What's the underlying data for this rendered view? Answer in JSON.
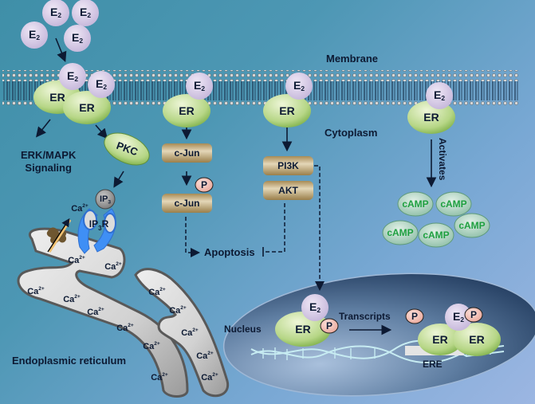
{
  "labels": {
    "membrane": "Membrane",
    "cytoplasm": "Cytoplasm",
    "erk_line1": "ERK/MAPK",
    "erk_line2": "Signaling",
    "endoplasmic_reticulum": "Endoplasmic reticulum",
    "nucleus": "Nucleus",
    "apoptosis": "Apoptosis",
    "activates": "Activates",
    "transcripts": "Transcripts",
    "ere": "ERE"
  },
  "molecules": {
    "e2": "E",
    "e2_sub": "2",
    "er": "ER",
    "pkc": "PKC",
    "ip3": "IP",
    "ip3_sub": "3",
    "ip3r_a": "IP",
    "ip3r_sub": "3",
    "ip3r_b": "R",
    "cjun": "c-Jun",
    "p": "P",
    "pi3k": "PI3K",
    "akt": "AKT",
    "camp": "cAMP",
    "ca": "Ca",
    "ca_sup": "2+"
  },
  "colors": {
    "e2_fill": "#d6cbe4",
    "er_fill": "#b9d98a",
    "kinase_fill": "#b8a06e",
    "camp_text": "#1fa040",
    "phospho_fill": "#f2c2b8",
    "er_organelle": "#d7d7d7",
    "nucleus": "#2f4a6c"
  }
}
